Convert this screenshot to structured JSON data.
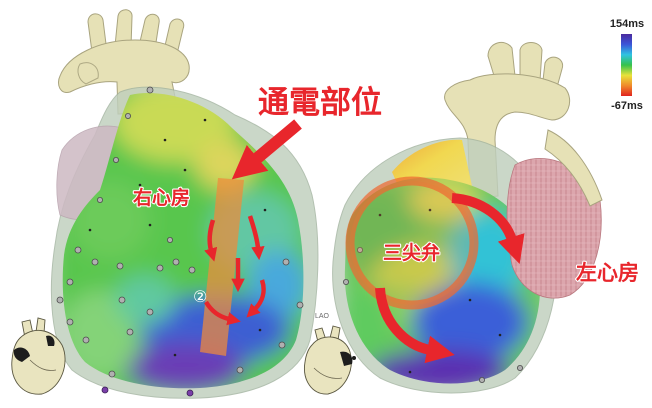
{
  "figure": {
    "ablation_site_label": "通電部位",
    "left_view": {
      "right_atrium_label": "右心房",
      "marker_label": "②"
    },
    "right_view": {
      "tricuspid_valve_label": "三尖弁",
      "left_atrium_label": "左心房",
      "orientation_label": "LAO"
    },
    "activation_scale": {
      "max_label": "154ms",
      "min_label": "-67ms",
      "colors": [
        "#4a2a9e",
        "#3b55d8",
        "#2fc3e2",
        "#36c24c",
        "#e8e23a",
        "#f08a2a",
        "#e0231f"
      ]
    }
  },
  "colors": {
    "annotation": "#e8262c",
    "ablation_band": "#f08a3a",
    "anatomy_shell": "#e6e1b6"
  },
  "icons": {
    "left_view_orientation": "heart-orientation-icon",
    "right_view_orientation": "heart-orientation-icon"
  }
}
